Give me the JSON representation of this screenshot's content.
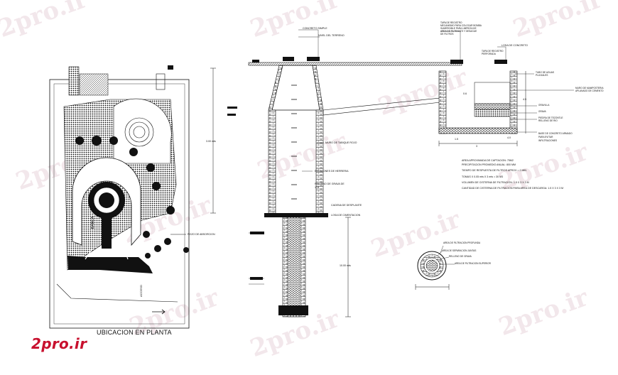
{
  "watermark": "2pro.ir",
  "brand": "2pro.ir",
  "plan": {
    "title": "UBICACION EN PLANTA",
    "labels": {
      "pozo": "POZO DE ABSORCION"
    }
  },
  "section": {
    "labels": {
      "concreto": "CONCRETO SIMPLE",
      "nivel": "NIVEL DEL TERRENO",
      "tapa_top1": "TAPA DE REGISTRO",
      "tapa_top2": "MECANISMO PARA COLOCAR BOMBA",
      "tapa_top3": "SUMERGIBLE PARA LIMPIEZA DE",
      "tapa_top4": "AREA DE FILTRANTE Y DESAGUE",
      "tapa_top5": "DE FILTROS",
      "losa": "LOSA DE CONCRETO",
      "tapa_perf1": "TAPA DE REGISTRO",
      "tapa_perf2": "PERFORADA",
      "tubo1": "TUBO DE AGUAS",
      "tubo2": "PLUVIALES",
      "muro1": "MURO DE MAMPOSTERIA",
      "muro2": "APLANADO DE CEMENTO",
      "grava1": "GRAVILLA",
      "grava2": "GRAVA",
      "piedra1": "PIEDRA DE TEZONTLE",
      "piedra2": "RELLENO DE RIO",
      "base1": "BASE DE CONCRETO ARMADO",
      "base2": "PARA EVITAR",
      "base3": "INFILTRACIONES",
      "muro_tabique": "MURO DE TABIQUE ROJO",
      "escalones": "ESCALONES DE HERRERIA",
      "relleno1": "RELLENO DE GRAVA DE",
      "relleno2": "1\"/2",
      "cadena": "CADENA DE DESPLANTE",
      "losa_cim": "LOSA DE CIMENTACION",
      "dim_vertical1": "3.00 mts",
      "dim_vertical2": "10.00 mts",
      "dim_45": "4.5",
      "dim_15": "1.5",
      "dim_3": "3",
      "dim_06": "0.6",
      "dim_40": "4.0"
    }
  },
  "notes": [
    "AREA APROXIMADA DE CAPTACION: 75M2",
    "PRECIPITACION PROMEDIO ANUAL: 800 MM",
    "TIEMPO DE RESPUESTA DE FILTROS APROX = 2 MIN",
    "TOMAS X 0.05 mts X 3 mts = 30 M3",
    "VOLUMEN DE CISTERNA DE FILTRACION: 1.5 X 3 X 3 M",
    "CANTIDAD DE CISTERNA DE FILTRACION PARA AREA DE DESCARGA: 1.5 X 3 X 3 M"
  ],
  "detail": {
    "labels": {
      "a1": "AREA DE FILTRACION PROFUNDA",
      "a2": "AREA DE SEPARACION JUNTAS",
      "a3": "RELLENO DE GRAVA",
      "a4": "AREA DE FILTRACION SUPERIOR"
    }
  },
  "colors": {
    "ink": "#111111",
    "brand": "#c8102e",
    "watermark": "#e9d4dc"
  }
}
